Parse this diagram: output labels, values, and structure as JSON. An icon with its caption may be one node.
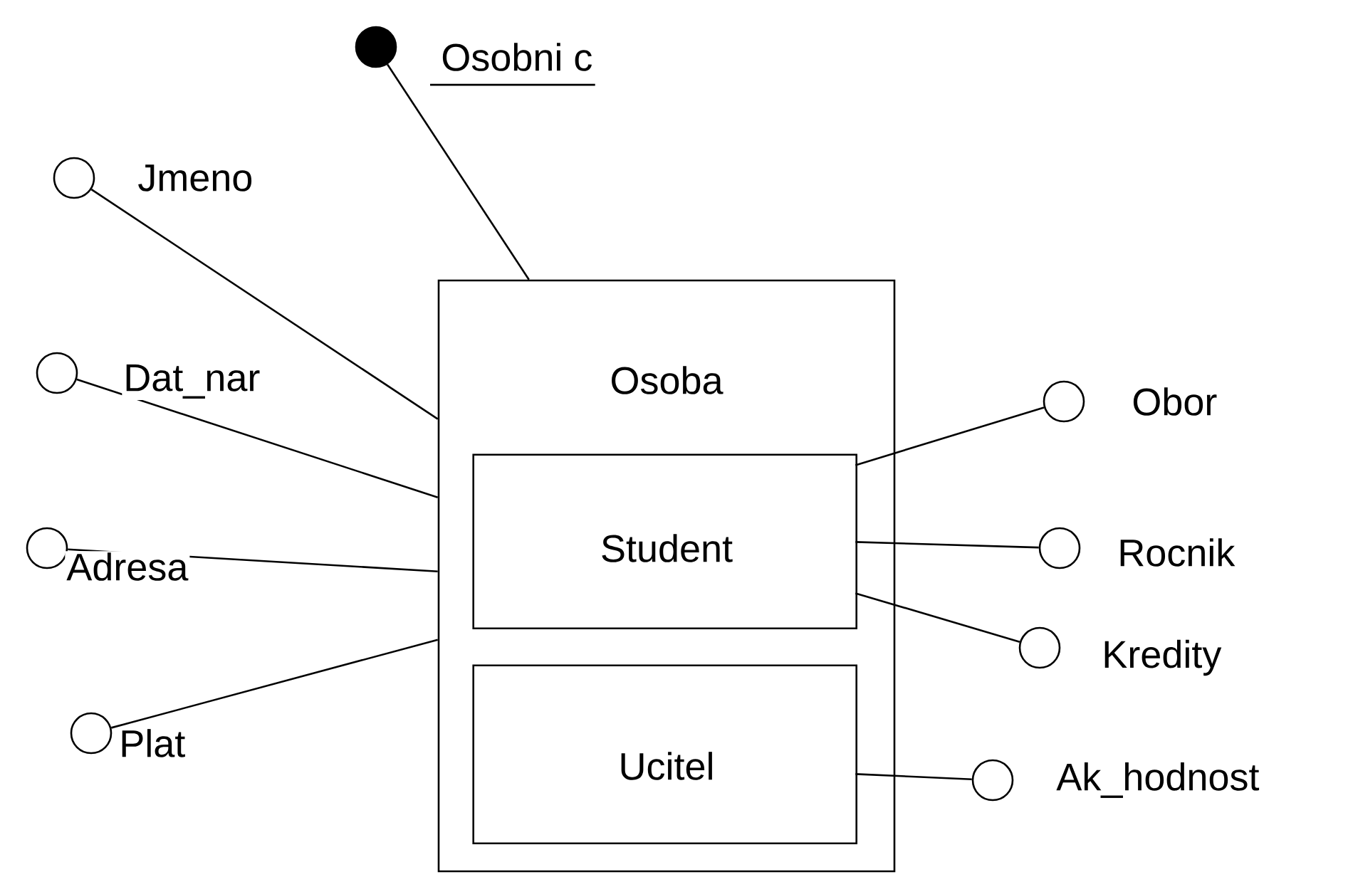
{
  "diagram": {
    "nodes": [
      {
        "text": [
          "Osoba"
        ]
      },
      {
        "text": [
          "Student"
        ],
        "in": 0
      },
      {
        "text": [
          "Ucitel"
        ],
        "in": 0
      },
      {
        "text": [],
        "shape": "circle",
        "beside": [
          "Osobni c"
        ]
      },
      {
        "text": [],
        "shape": "circle",
        "beside": [
          "Jmeno"
        ]
      },
      {
        "text": [],
        "shape": "circle",
        "beside": [
          "Dat_nar"
        ]
      },
      {
        "text": [],
        "shape": "circle",
        "beside": [
          "Adresa"
        ]
      },
      {
        "text": [],
        "shape": "circle",
        "beside": [
          "Plat"
        ]
      },
      {
        "text": [],
        "shape": "circle",
        "beside": [
          "Obor"
        ]
      },
      {
        "text": [],
        "shape": "circle",
        "beside": [
          "Rocnik"
        ]
      },
      {
        "text": [],
        "shape": "circle",
        "beside": [
          "Kredity"
        ]
      },
      {
        "text": [],
        "shape": "circle",
        "beside": [
          "Ak_hodnost"
        ]
      }
    ],
    "edges": [
      {
        "from": 3,
        "to": 0,
        "arrow": "none"
      },
      {
        "from": 4,
        "to": 0,
        "arrow": "none"
      },
      {
        "from": 5,
        "to": 0,
        "arrow": "none"
      },
      {
        "from": 6,
        "to": 0,
        "arrow": "none"
      },
      {
        "from": 7,
        "to": 0,
        "arrow": "none"
      },
      {
        "from": 8,
        "to": 1,
        "arrow": "none"
      },
      {
        "from": 9,
        "to": 1,
        "arrow": "none"
      },
      {
        "from": 10,
        "to": 1,
        "arrow": "none"
      },
      {
        "from": 11,
        "to": 2,
        "arrow": "none"
      }
    ]
  }
}
